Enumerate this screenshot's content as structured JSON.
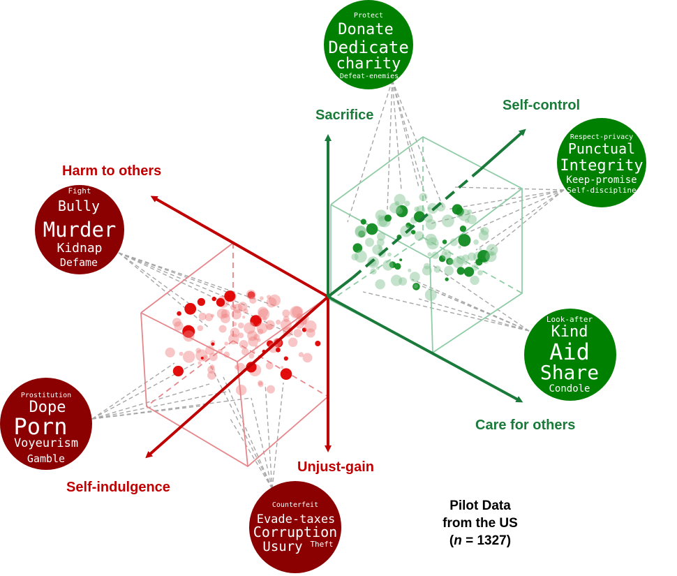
{
  "axes": {
    "harm": "Harm to others",
    "indulgence": "Self-indulgence",
    "unjust": "Unjust-gain",
    "sacrifice": "Sacrifice",
    "selfcontrol": "Self-control",
    "care": "Care for others"
  },
  "colors": {
    "negative": "#8b0000",
    "positive": "#008000",
    "axis_red": "#c00000",
    "axis_green": "#1a7a3a"
  },
  "clouds": {
    "sacrifice": [
      "Protect",
      "Donate",
      "Dedicate",
      "charity",
      "Defeat-enemies"
    ],
    "selfcontrol": [
      "Respect-privacy",
      "Punctual",
      "Integrity",
      "Keep-promise",
      "Self-discipline"
    ],
    "care": [
      "Look-after",
      "Kind",
      "Aid",
      "Share",
      "Condole"
    ],
    "harm": [
      "Fight",
      "Bully",
      "Murder",
      "Kidnap",
      "Defame"
    ],
    "indulgence": [
      "Prostitution",
      "Dope",
      "Porn",
      "Voyeurism",
      "Gamble"
    ],
    "unjust": [
      "Counterfeit",
      "Evade-taxes",
      "Corruption",
      "Usury",
      "Theft"
    ]
  },
  "note": {
    "line1": "Pilot Data",
    "line2": "from the US",
    "n_label": "n",
    "n_value": "= 1327)"
  }
}
